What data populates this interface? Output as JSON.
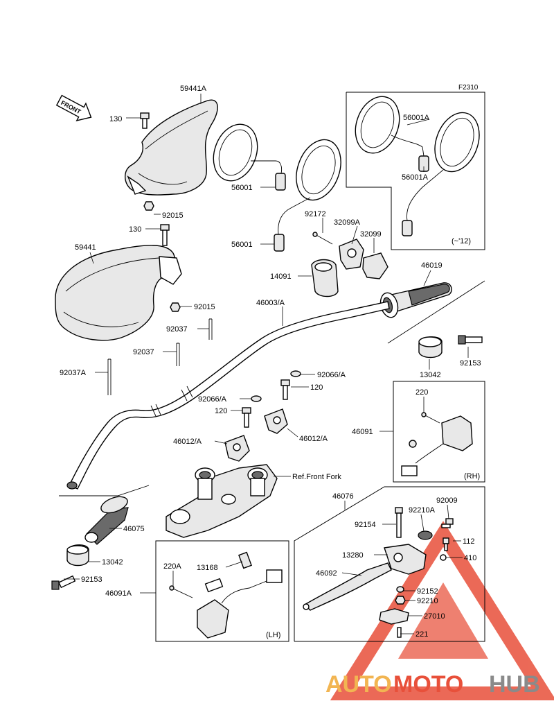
{
  "figure_code": "F2310",
  "front_label": "FRONT",
  "labels": {
    "p59441A": "59441A",
    "p130a": "130",
    "p92015a": "92015",
    "p130b": "130",
    "p59441": "59441",
    "p92015b": "92015",
    "p92037a": "92037",
    "p92037b": "92037",
    "p92037A": "92037A",
    "p56001a": "56001",
    "p56001b": "56001",
    "p56001Aa": "56001A",
    "p56001Ab": "56001A",
    "p12": "(~'12)",
    "p92172": "92172",
    "p32099A": "32099A",
    "p32099": "32099",
    "p14091": "14091",
    "p46019": "46019",
    "p46003A": "46003/A",
    "p92153a": "92153",
    "p13042a": "13042",
    "p92066Aa": "92066/A",
    "p120a": "120",
    "p92066Ab": "92066/A",
    "p120b": "120",
    "p46012Aa": "46012/A",
    "p46012Ab": "46012/A",
    "pRefFork": "Ref.Front Fork",
    "p220": "220",
    "p46091": "46091",
    "pRH": "(RH)",
    "p46075": "46075",
    "p13042b": "13042",
    "p92153b": "92153",
    "p220A": "220A",
    "p13168": "13168",
    "p46091A": "46091A",
    "pLH": "(LH)",
    "p46076": "46076",
    "p92009": "92009",
    "p92154": "92154",
    "p92210A": "92210A",
    "p112": "112",
    "p13280": "13280",
    "p410": "410",
    "p46092": "46092",
    "p92152": "92152",
    "p92210": "92210",
    "p27010": "27010",
    "p221": "221"
  },
  "watermark": {
    "auto": "AUTO",
    "moto": "MOTO",
    "hub": "HUB"
  },
  "colors": {
    "line": "#000000",
    "watermark_red": "#e8503a",
    "watermark_orange": "#f2b552",
    "watermark_grey": "#8a8a8a"
  }
}
